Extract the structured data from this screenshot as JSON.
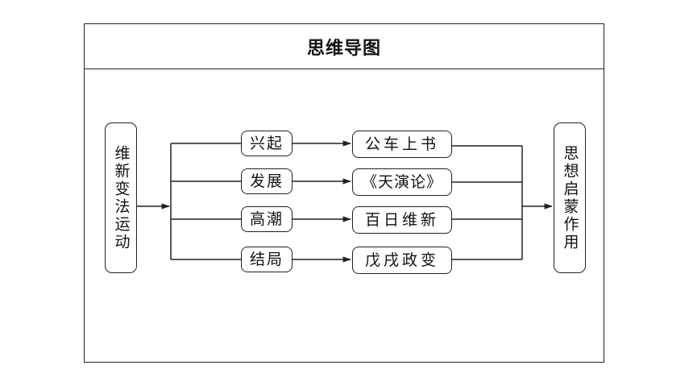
{
  "title": "思维导图",
  "source": "维新变法运动",
  "target": "思想启蒙作用",
  "rows": [
    {
      "stage": "兴起",
      "event": "公车上书"
    },
    {
      "stage": "发展",
      "event": "《天演论》"
    },
    {
      "stage": "高潮",
      "event": "百日维新"
    },
    {
      "stage": "结局",
      "event": "戊戌政变"
    }
  ],
  "colors": {
    "line": "#222222",
    "background": "#ffffff",
    "text": "#111111"
  }
}
